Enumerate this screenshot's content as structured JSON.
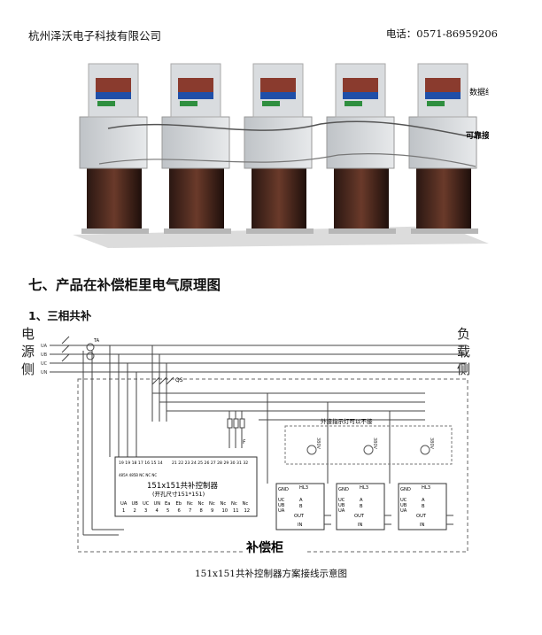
{
  "header": {
    "company": "杭州泽沃电子科技有限公司",
    "phone": "电话：0571-86959206"
  },
  "photo": {
    "label_data_line": "数据线",
    "label_ground": "可靠接地"
  },
  "section": {
    "title": "七、产品在补偿柜里电气原理图",
    "subtitle": "1、三相共补"
  },
  "diagram": {
    "left_chars": [
      "电",
      "源",
      "侧"
    ],
    "right_chars": [
      "负",
      "载",
      "侧"
    ],
    "phase_labels": [
      "UA",
      "UB",
      "UC",
      "UN"
    ],
    "qs_label": "QS",
    "ta_label": "TA",
    "fu_label": "F",
    "indicator_note": "外接指示灯可以不接",
    "lamp_label": "380V",
    "controller_top_terms": "19 19 18 17 16 15 14",
    "controller_top_terms2": "21 22 23 24 25 26 27 28 29 30 31 32",
    "controller_sub": "485A 485B NC NC NC",
    "controller_title": "151x151共补控制器",
    "controller_size": "(开孔尺寸151*151)",
    "controller_bottom_labels": [
      "UA",
      "UB",
      "UC",
      "UN",
      "Ea",
      "Eb",
      "Nc",
      "Nc",
      "Nc",
      "Nc",
      "Nc",
      "Nc"
    ],
    "controller_bottom_nums": [
      "1",
      "2",
      "3",
      "4",
      "5",
      "6",
      "7",
      "8",
      "9",
      "10",
      "11",
      "12"
    ],
    "module_labels": {
      "gnd": "GND",
      "hl": "HL3",
      "uc": "UC",
      "ub": "UB",
      "ua": "UA",
      "a": "A",
      "b": "B",
      "out": "OUT",
      "in": "IN"
    },
    "cabinet_label": "补偿柜"
  },
  "caption": "151x151共补控制器方案接线示意图"
}
